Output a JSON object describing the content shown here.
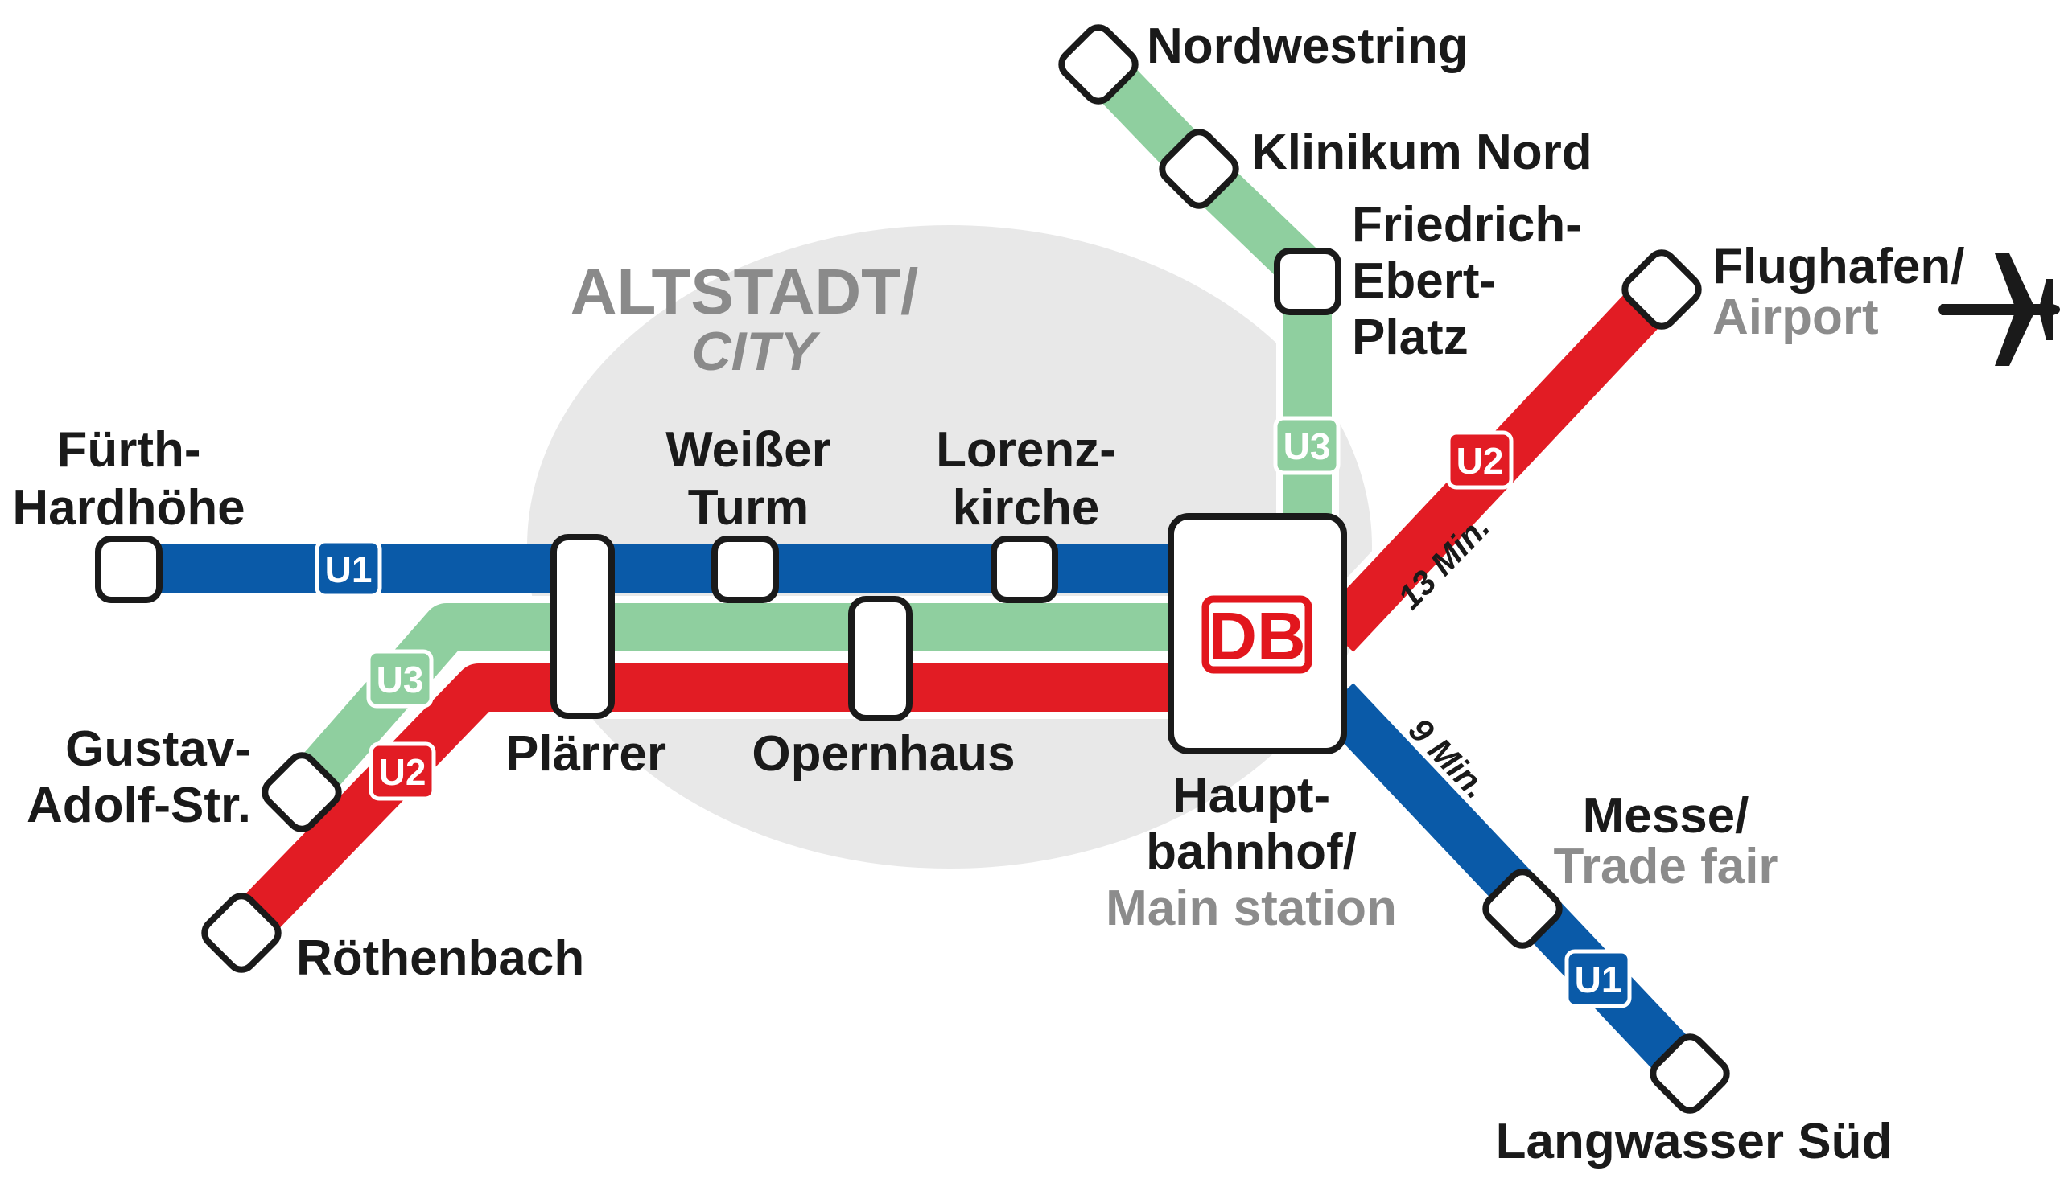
{
  "colors": {
    "u1": "#0a5aa8",
    "u2": "#e21c24",
    "u3": "#8fcf9f",
    "city_area": "#e8e8e8",
    "db_red": "#e2161d"
  },
  "district": {
    "line1": "ALTSTADT/",
    "line2": "CITY"
  },
  "badges": {
    "u1": "U1",
    "u2": "U2",
    "u3": "U3"
  },
  "stations": {
    "nordwestring": {
      "lines": [
        "Nordwestring"
      ]
    },
    "klinikum_nord": {
      "lines": [
        "Klinikum Nord"
      ]
    },
    "friedrich_ebert_platz": {
      "lines": [
        "Friedrich-",
        "Ebert-",
        "Platz"
      ]
    },
    "flughafen": {
      "lines": [
        "Flughafen/"
      ],
      "en": [
        "Airport"
      ]
    },
    "fuerth_hardhoehe": {
      "lines": [
        "Fürth-",
        "Hardhöhe"
      ]
    },
    "weisser_turm": {
      "lines": [
        "Weißer",
        "Turm"
      ]
    },
    "lorenzkirche": {
      "lines": [
        "Lorenz-",
        "kirche"
      ]
    },
    "gustav_adolf_str": {
      "lines": [
        "Gustav-",
        "Adolf-Str."
      ]
    },
    "plaerrer": {
      "lines": [
        "Plärrer"
      ]
    },
    "opernhaus": {
      "lines": [
        "Opernhaus"
      ]
    },
    "hauptbahnhof": {
      "lines": [
        "Haupt-",
        "bahnhof/"
      ],
      "en": [
        "Main station"
      ]
    },
    "messe": {
      "lines": [
        "Messe/"
      ],
      "en": [
        "Trade fair"
      ]
    },
    "roethenbach": {
      "lines": [
        "Röthenbach"
      ]
    },
    "langwasser_sued": {
      "lines": [
        "Langwasser Süd"
      ]
    }
  },
  "travel_times": {
    "airport": "13 Min.",
    "trade_fair": "9 Min."
  },
  "db_logo": "DB",
  "icons": {
    "airport": "airplane-icon"
  }
}
